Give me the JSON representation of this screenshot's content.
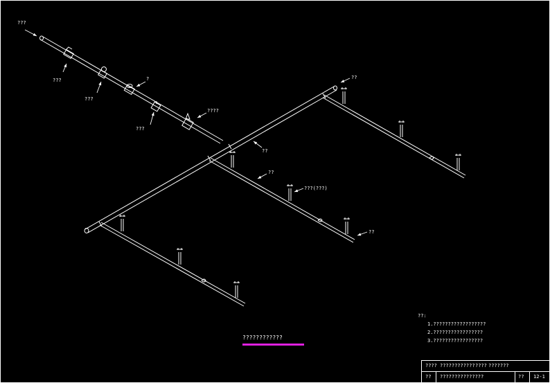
{
  "labels": {
    "inlet": "???",
    "valve_left": "???",
    "valve_left2": "???",
    "fitting_small": "?",
    "fitting_bottom": "???",
    "pressure_gauge": "????",
    "main_pipe": "??",
    "branch_top_end": "??",
    "branch_mid": "??",
    "sprinkler": "???(???)",
    "branch_mid_end": "??"
  },
  "notes": {
    "heading": "??:",
    "items": [
      "1.??????????????????",
      "2.?????????????????",
      "3.?????????????????"
    ]
  },
  "plan_title": "????????????",
  "accent_color": "#e020e0",
  "title_block": {
    "row1_a": "????",
    "row1_b": "????????????",
    "row1_c": "????",
    "row1_d": "???????",
    "row2_label": "??",
    "row2_value": "???????????????",
    "scale_label": "??",
    "sheet_no": "12-1"
  }
}
